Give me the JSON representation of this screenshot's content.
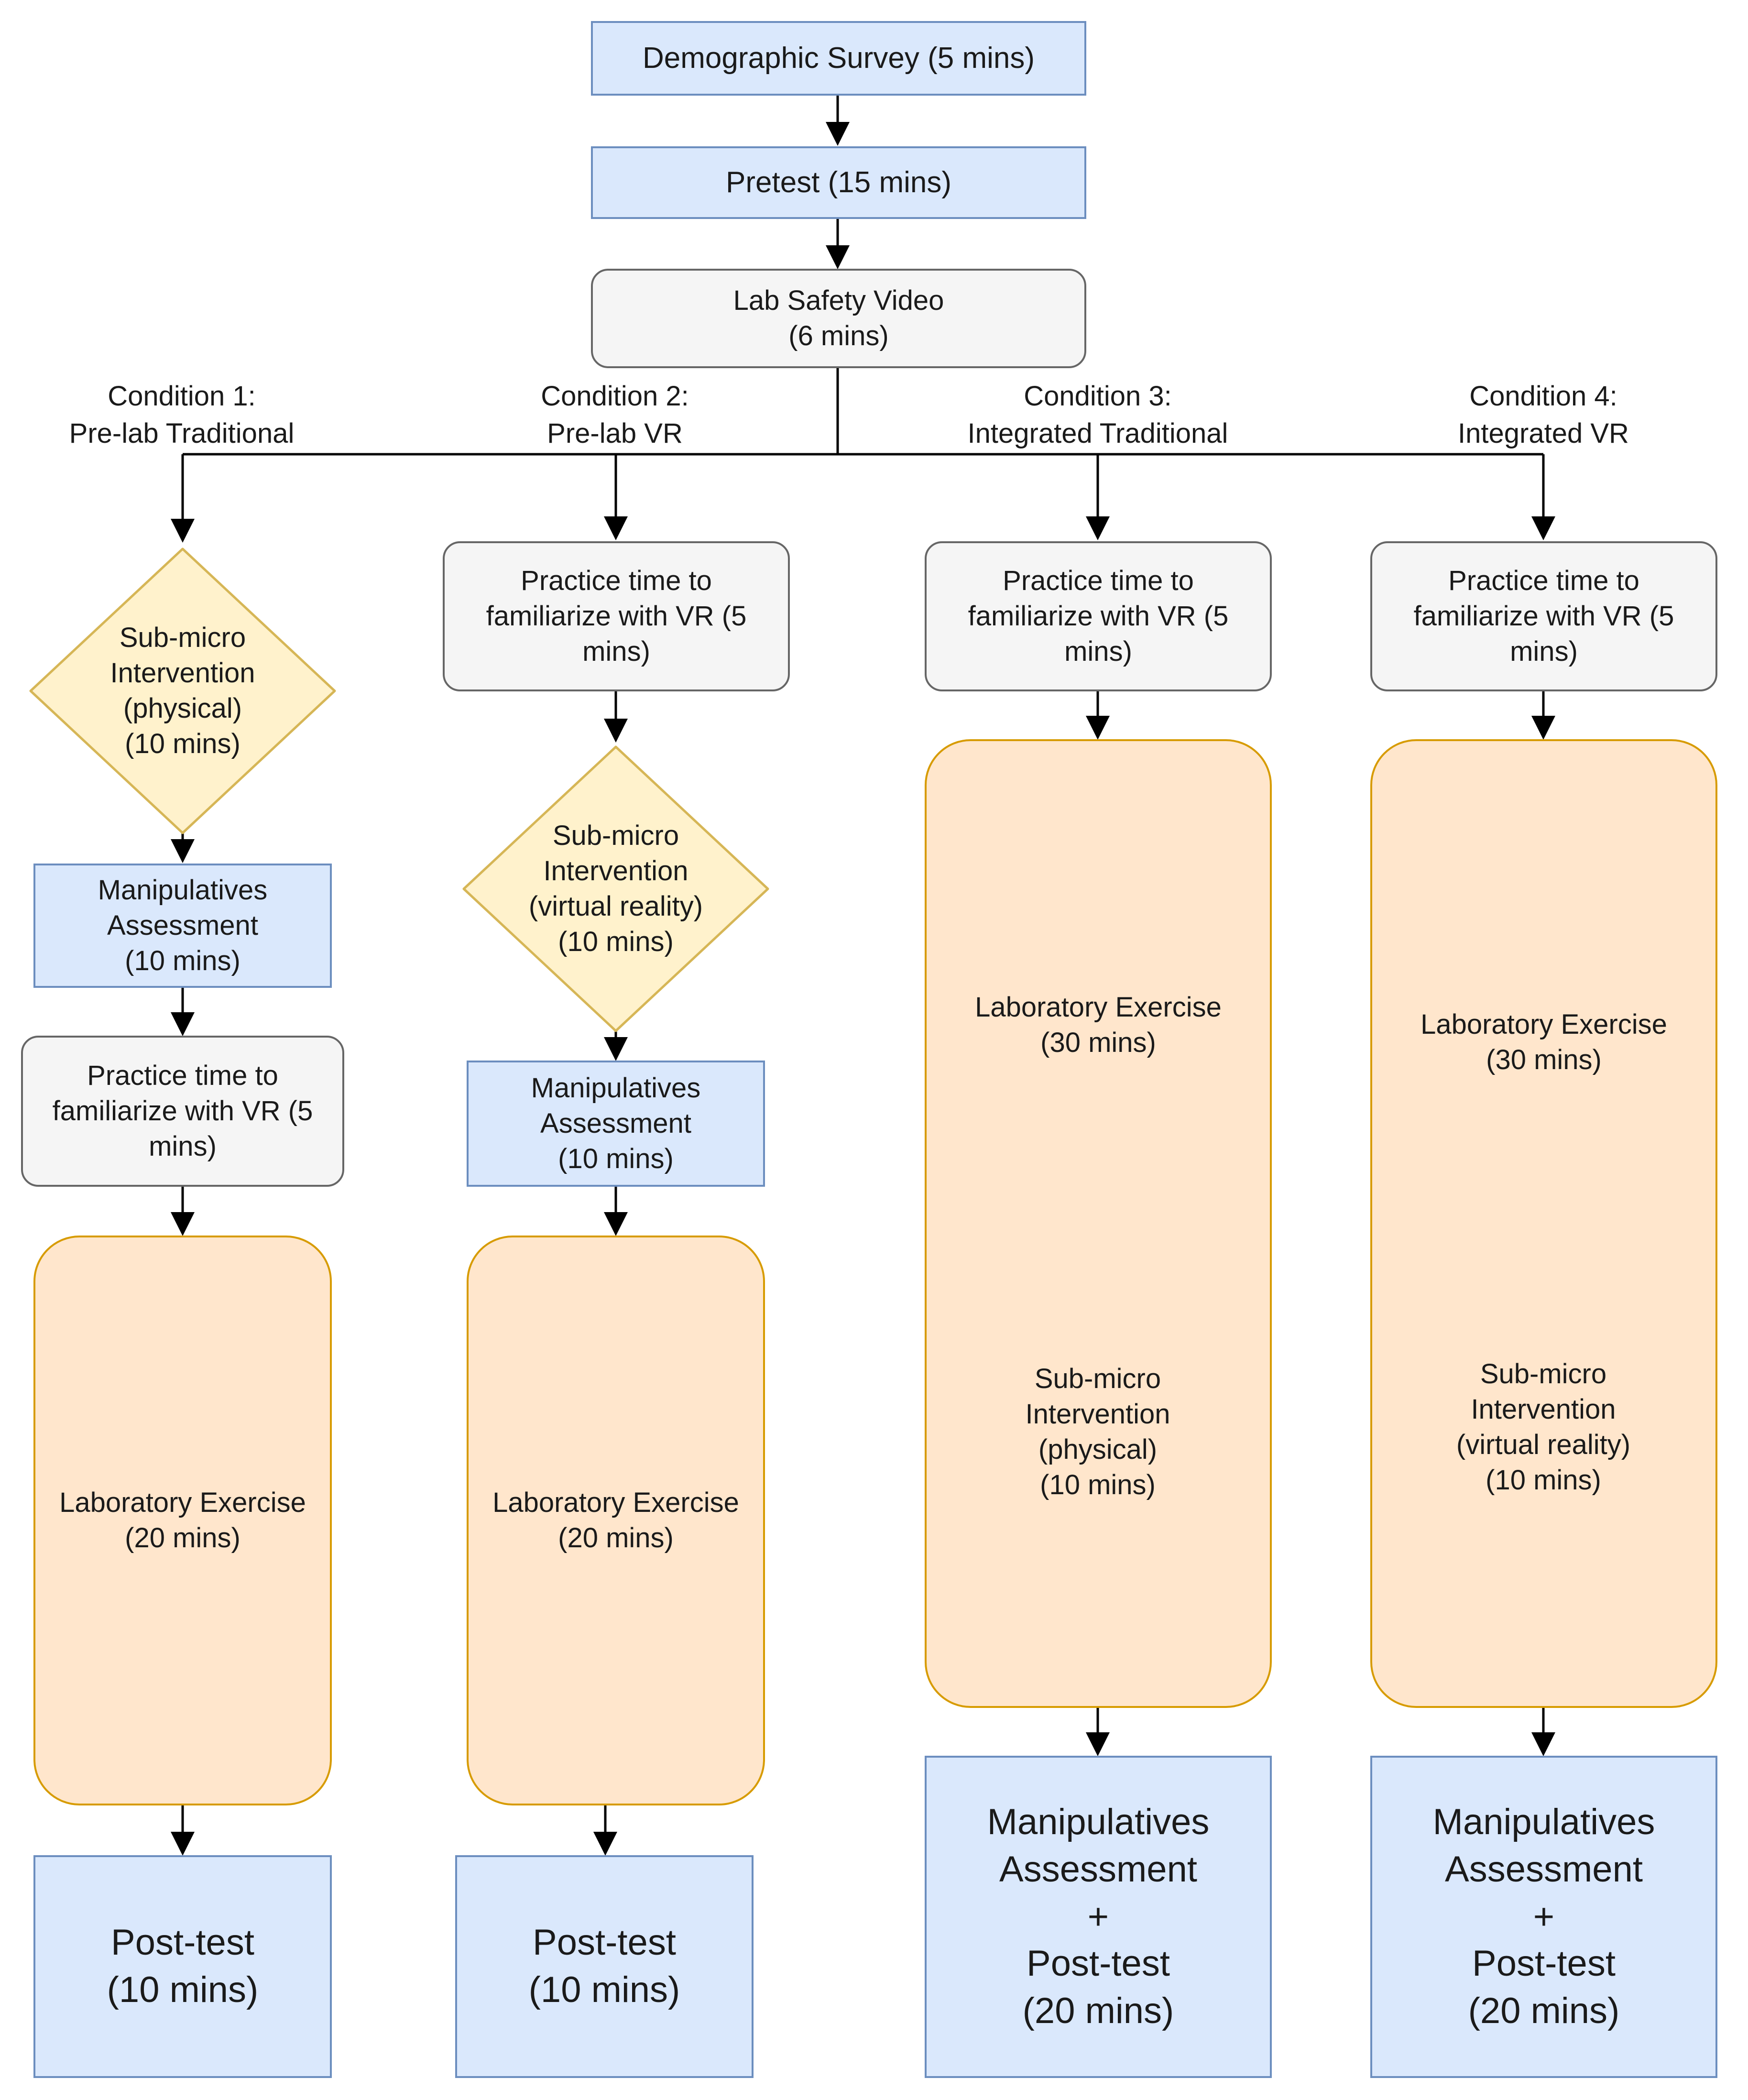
{
  "colors": {
    "blue_fill": "#dae8fc",
    "blue_stroke": "#6c8ebf",
    "gray_fill": "#f5f5f5",
    "gray_stroke": "#666666",
    "orange_fill": "#ffe6cc",
    "orange_stroke": "#d79b00",
    "yellow_fill": "#fff2cc",
    "yellow_stroke": "#d6b656"
  },
  "top": {
    "demographic": "Demographic Survey (5 mins)",
    "pretest": "Pretest (15 mins)",
    "safety": "Lab Safety Video\n(6 mins)"
  },
  "conditions": [
    {
      "label": "Condition 1:\nPre-lab Traditional",
      "practice": "Practice time to\nfamiliarize with VR (5\nmins)",
      "intervention": "Sub-micro\nIntervention\n(physical)\n(10 mins)",
      "manipulatives": "Manipulatives\nAssessment\n(10 mins)",
      "lab": "Laboratory Exercise\n(20 mins)",
      "post": "Post-test\n(10 mins)"
    },
    {
      "label": "Condition 2:\nPre-lab VR",
      "practice": "Practice time to\nfamiliarize with VR (5\nmins)",
      "intervention": "Sub-micro\nIntervention\n(virtual reality)\n(10 mins)",
      "manipulatives": "Manipulatives\nAssessment\n(10 mins)",
      "lab": "Laboratory Exercise\n(20 mins)",
      "post": "Post-test\n(10 mins)"
    },
    {
      "label": "Condition 3:\nIntegrated Traditional",
      "practice": "Practice time to\nfamiliarize with VR (5\nmins)",
      "lab": "Laboratory Exercise\n(30 mins)",
      "intervention": "Sub-micro\nIntervention\n(physical)\n(10 mins)",
      "post": "Manipulatives\nAssessment\n+\nPost-test\n(20 mins)"
    },
    {
      "label": "Condition 4:\nIntegrated VR",
      "practice": "Practice time to\nfamiliarize with VR (5\nmins)",
      "lab": "Laboratory Exercise\n(30 mins)",
      "intervention": "Sub-micro\nIntervention\n(virtual reality)\n(10 mins)",
      "post": "Manipulatives\nAssessment\n+\nPost-test\n(20 mins)"
    }
  ]
}
